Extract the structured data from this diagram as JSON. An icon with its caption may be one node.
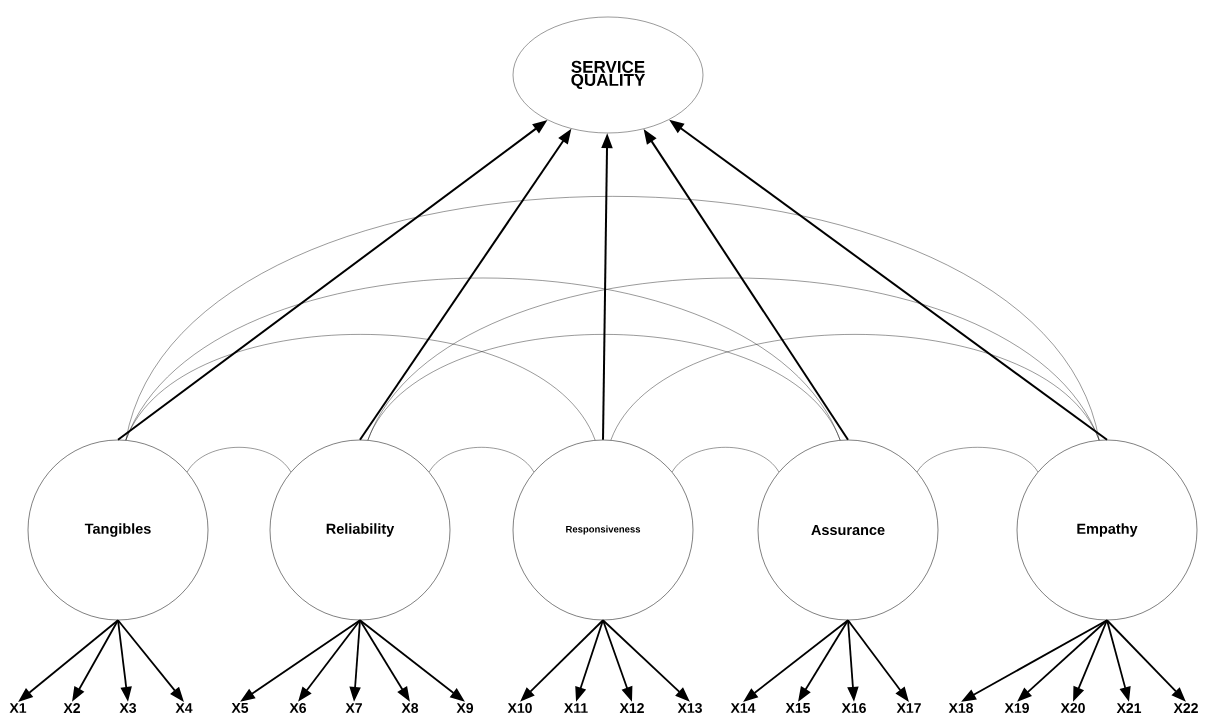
{
  "diagram": {
    "nodes": [
      {
        "text": [
          "SERVICE QUALITY"
        ]
      },
      {
        "text": [
          "Tangibles"
        ]
      },
      {
        "text": [
          "Reliability"
        ]
      },
      {
        "text": [
          "Responsiveness"
        ]
      },
      {
        "text": [
          "Assurance"
        ]
      },
      {
        "text": [
          "Empathy"
        ]
      },
      {
        "text": [
          "X1"
        ]
      },
      {
        "text": [
          "X2"
        ]
      },
      {
        "text": [
          "X3"
        ]
      },
      {
        "text": [
          "X4"
        ]
      },
      {
        "text": [
          "X5"
        ]
      },
      {
        "text": [
          "X6"
        ]
      },
      {
        "text": [
          "X7"
        ]
      },
      {
        "text": [
          "X8"
        ]
      },
      {
        "text": [
          "X9"
        ]
      },
      {
        "text": [
          "X10"
        ]
      },
      {
        "text": [
          "X11"
        ]
      },
      {
        "text": [
          "X12"
        ]
      },
      {
        "text": [
          "X13"
        ]
      },
      {
        "text": [
          "X14"
        ]
      },
      {
        "text": [
          "X15"
        ]
      },
      {
        "text": [
          "X16"
        ]
      },
      {
        "text": [
          "X17"
        ]
      },
      {
        "text": [
          "X18"
        ]
      },
      {
        "text": [
          "X19"
        ]
      },
      {
        "text": [
          "X20"
        ]
      },
      {
        "text": [
          "X21"
        ]
      },
      {
        "text": [
          "X22"
        ]
      }
    ],
    "edges": [
      {
        "from": 1,
        "to": 0,
        "arrow": "to"
      },
      {
        "from": 2,
        "to": 0,
        "arrow": "to"
      },
      {
        "from": 3,
        "to": 0,
        "arrow": "to"
      },
      {
        "from": 4,
        "to": 0,
        "arrow": "to"
      },
      {
        "from": 5,
        "to": 0,
        "arrow": "to"
      },
      {
        "from": 1,
        "to": 2,
        "arrow": "none"
      },
      {
        "from": 1,
        "to": 3,
        "arrow": "none"
      },
      {
        "from": 1,
        "to": 4,
        "arrow": "none"
      },
      {
        "from": 1,
        "to": 5,
        "arrow": "none"
      },
      {
        "from": 2,
        "to": 3,
        "arrow": "none"
      },
      {
        "from": 2,
        "to": 4,
        "arrow": "none"
      },
      {
        "from": 2,
        "to": 5,
        "arrow": "none"
      },
      {
        "from": 3,
        "to": 4,
        "arrow": "none"
      },
      {
        "from": 3,
        "to": 5,
        "arrow": "none"
      },
      {
        "from": 4,
        "to": 5,
        "arrow": "none"
      },
      {
        "from": 1,
        "to": 6,
        "arrow": "to"
      },
      {
        "from": 1,
        "to": 7,
        "arrow": "to"
      },
      {
        "from": 1,
        "to": 8,
        "arrow": "to"
      },
      {
        "from": 1,
        "to": 9,
        "arrow": "to"
      },
      {
        "from": 2,
        "to": 10,
        "arrow": "to"
      },
      {
        "from": 2,
        "to": 11,
        "arrow": "to"
      },
      {
        "from": 2,
        "to": 12,
        "arrow": "to"
      },
      {
        "from": 2,
        "to": 13,
        "arrow": "to"
      },
      {
        "from": 2,
        "to": 14,
        "arrow": "to"
      },
      {
        "from": 3,
        "to": 15,
        "arrow": "to"
      },
      {
        "from": 3,
        "to": 16,
        "arrow": "to"
      },
      {
        "from": 3,
        "to": 17,
        "arrow": "to"
      },
      {
        "from": 3,
        "to": 18,
        "arrow": "to"
      },
      {
        "from": 4,
        "to": 19,
        "arrow": "to"
      },
      {
        "from": 4,
        "to": 20,
        "arrow": "to"
      },
      {
        "from": 4,
        "to": 21,
        "arrow": "to"
      },
      {
        "from": 4,
        "to": 22,
        "arrow": "to"
      },
      {
        "from": 5,
        "to": 23,
        "arrow": "to"
      },
      {
        "from": 5,
        "to": 24,
        "arrow": "to"
      },
      {
        "from": 5,
        "to": 25,
        "arrow": "to"
      },
      {
        "from": 5,
        "to": 26,
        "arrow": "to"
      },
      {
        "from": 5,
        "to": 27,
        "arrow": "to"
      }
    ]
  }
}
